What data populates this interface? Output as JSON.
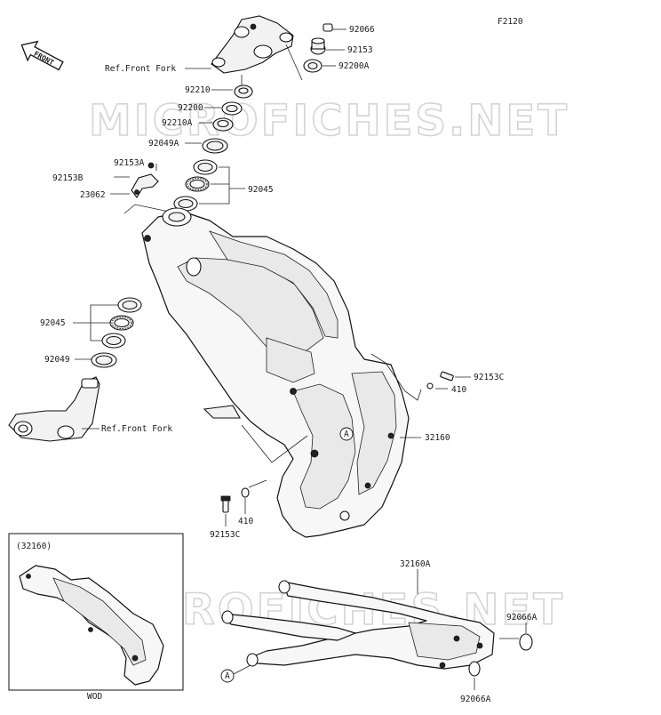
{
  "diagram_code": "F2120",
  "front_label": "FRONT",
  "watermarks": [
    "MICROFICHES.NET",
    "MICROFICHES.NET"
  ],
  "callouts": {
    "c92066": "92066",
    "c92153": "92153",
    "c92200A": "92200A",
    "ref_front_fork_top": "Ref.Front Fork",
    "c92210": "92210",
    "c92200": "92200",
    "c92210A": "92210A",
    "c92049A": "92049A",
    "c92153A": "92153A",
    "c92153B": "92153B",
    "c23062": "23062",
    "c92045_top": "92045",
    "c92045_left": "92045",
    "c92049": "92049",
    "ref_front_fork_bottom": "Ref.Front Fork",
    "c92153C_right": "92153C",
    "c410_right": "410",
    "c32160": "32160",
    "markerA": "A",
    "c410_bottom": "410",
    "c92153C_bottom": "92153C",
    "c32160A": "32160A",
    "c92066A_right": "92066A",
    "c92066A_bottom": "92066A",
    "markerA_sub": "A"
  },
  "inset": {
    "part_label": "(32160)",
    "caption": "WOD"
  }
}
